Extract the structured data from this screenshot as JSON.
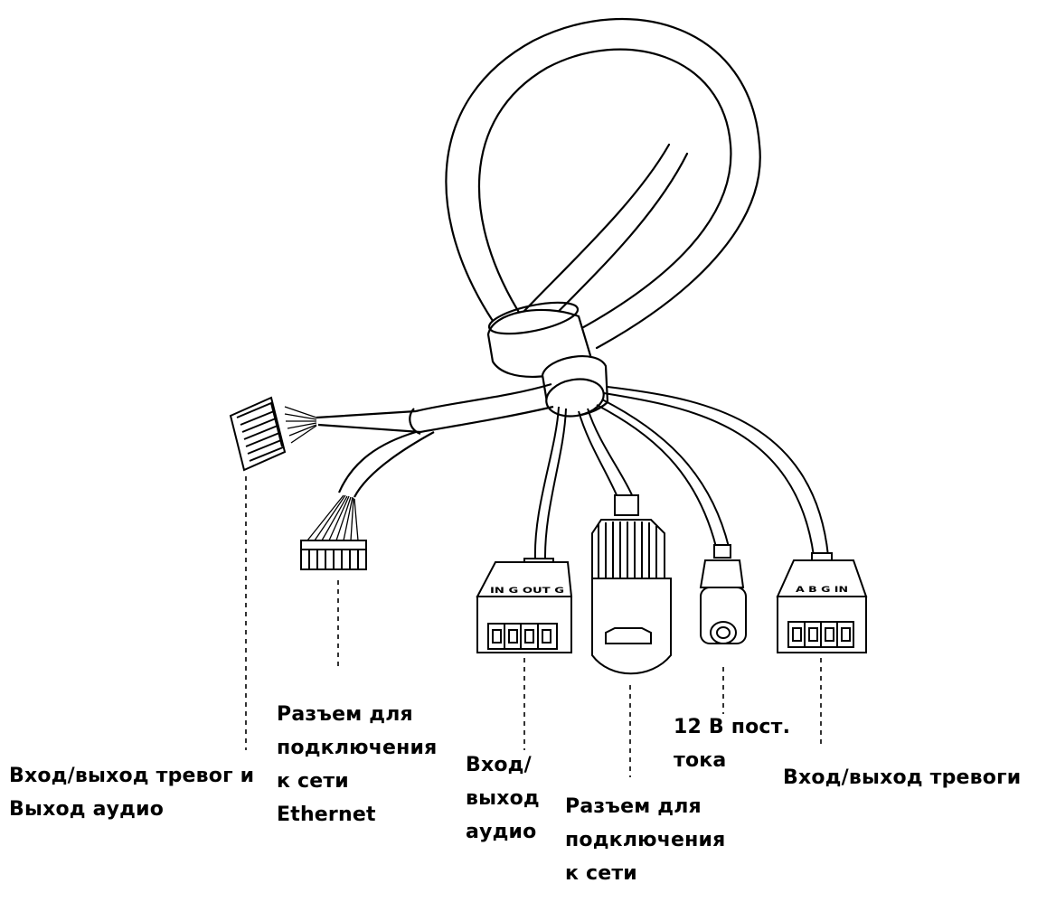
{
  "connectors": {
    "audio_block_marking": "IN G OUT G",
    "alarm_block_marking": "A B G IN"
  },
  "labels": {
    "alarm_audio": [
      "Вход/выход тревог и",
      "Выход аудио"
    ],
    "ethernet_left": [
      "Разъем для",
      "подключения",
      "к сети",
      "Ethernet"
    ],
    "audio_io": [
      "Вход/",
      "выход",
      "аудио"
    ],
    "ethernet_right": [
      "Разъем для",
      "подключения",
      "к сети"
    ],
    "power": [
      "12 В пост.",
      "тока"
    ],
    "alarm_io": [
      "Вход/выход тревоги"
    ]
  }
}
